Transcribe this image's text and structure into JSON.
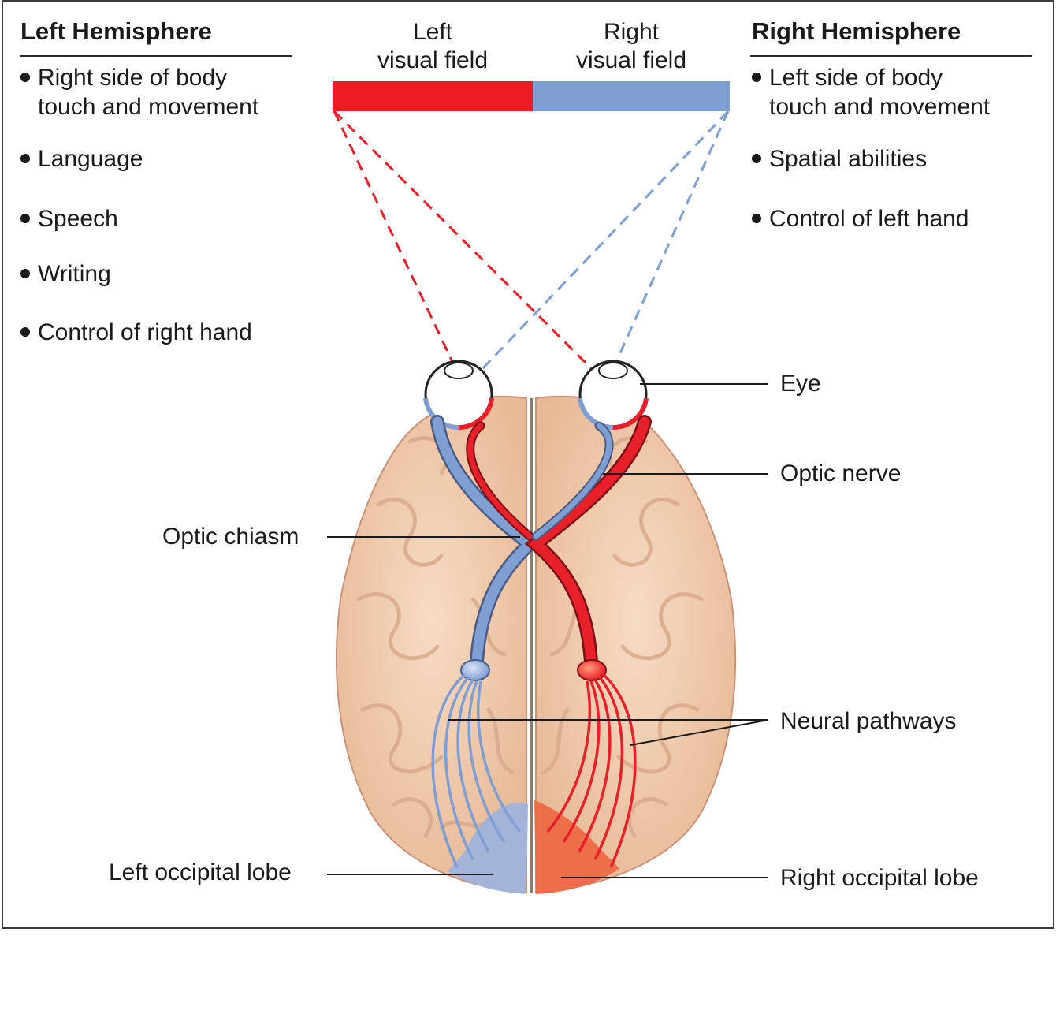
{
  "left_panel": {
    "heading": "Left Hemisphere",
    "items": [
      "Right side of body\ntouch and movement",
      "Language",
      "Speech",
      "Writing",
      "Control of right hand"
    ]
  },
  "right_panel": {
    "heading": "Right Hemisphere",
    "items": [
      "Left side of body\ntouch and movement",
      "Spatial abilities",
      "Control of left hand"
    ]
  },
  "visual_fields": {
    "left": "Left\nvisual field",
    "right": "Right\nvisual field"
  },
  "labels": {
    "eye": "Eye",
    "optic_nerve": "Optic nerve",
    "optic_chiasm": "Optic chiasm",
    "neural_pathways": "Neural pathways",
    "left_occipital_lobe": "Left occipital lobe",
    "right_occipital_lobe": "Right occipital lobe"
  },
  "colors": {
    "red": "#e8202a",
    "blue": "#7f9fd3",
    "brain": "#efc8a6",
    "brain_outline": "#c9937a",
    "left_lobe": "#9fb3db",
    "right_lobe": "#ec6a45"
  }
}
